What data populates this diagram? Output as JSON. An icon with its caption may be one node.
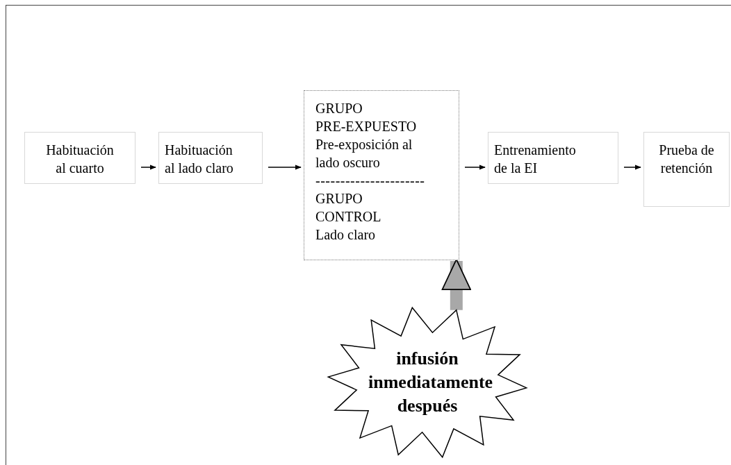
{
  "diagram": {
    "nodes": [
      {
        "text": [
          "Habituación al cuarto"
        ]
      },
      {
        "text": [
          "Habituación al lado claro"
        ]
      },
      {
        "text": [
          "GRUPO PRE-EXPUESTO",
          "Pre-exposición al lado oscuro",
          "----------------------",
          "GRUPO CONTROL",
          "Lado claro"
        ]
      },
      {
        "text": [
          "Entrenamiento de la EI"
        ]
      },
      {
        "text": [
          "Prueba de retención"
        ]
      },
      {
        "text": [
          "infusión inmediatamente después"
        ]
      }
    ],
    "edges": [
      {
        "from": 0,
        "to": 1,
        "arrow": "to"
      },
      {
        "from": 1,
        "to": 2,
        "arrow": "to"
      },
      {
        "from": 2,
        "to": 3,
        "arrow": "to"
      },
      {
        "from": 3,
        "to": 4,
        "arrow": "to"
      },
      {
        "from": 5,
        "to": 2,
        "arrow": "to",
        "style": "thick",
        "color": "#a8a8a8"
      }
    ]
  }
}
